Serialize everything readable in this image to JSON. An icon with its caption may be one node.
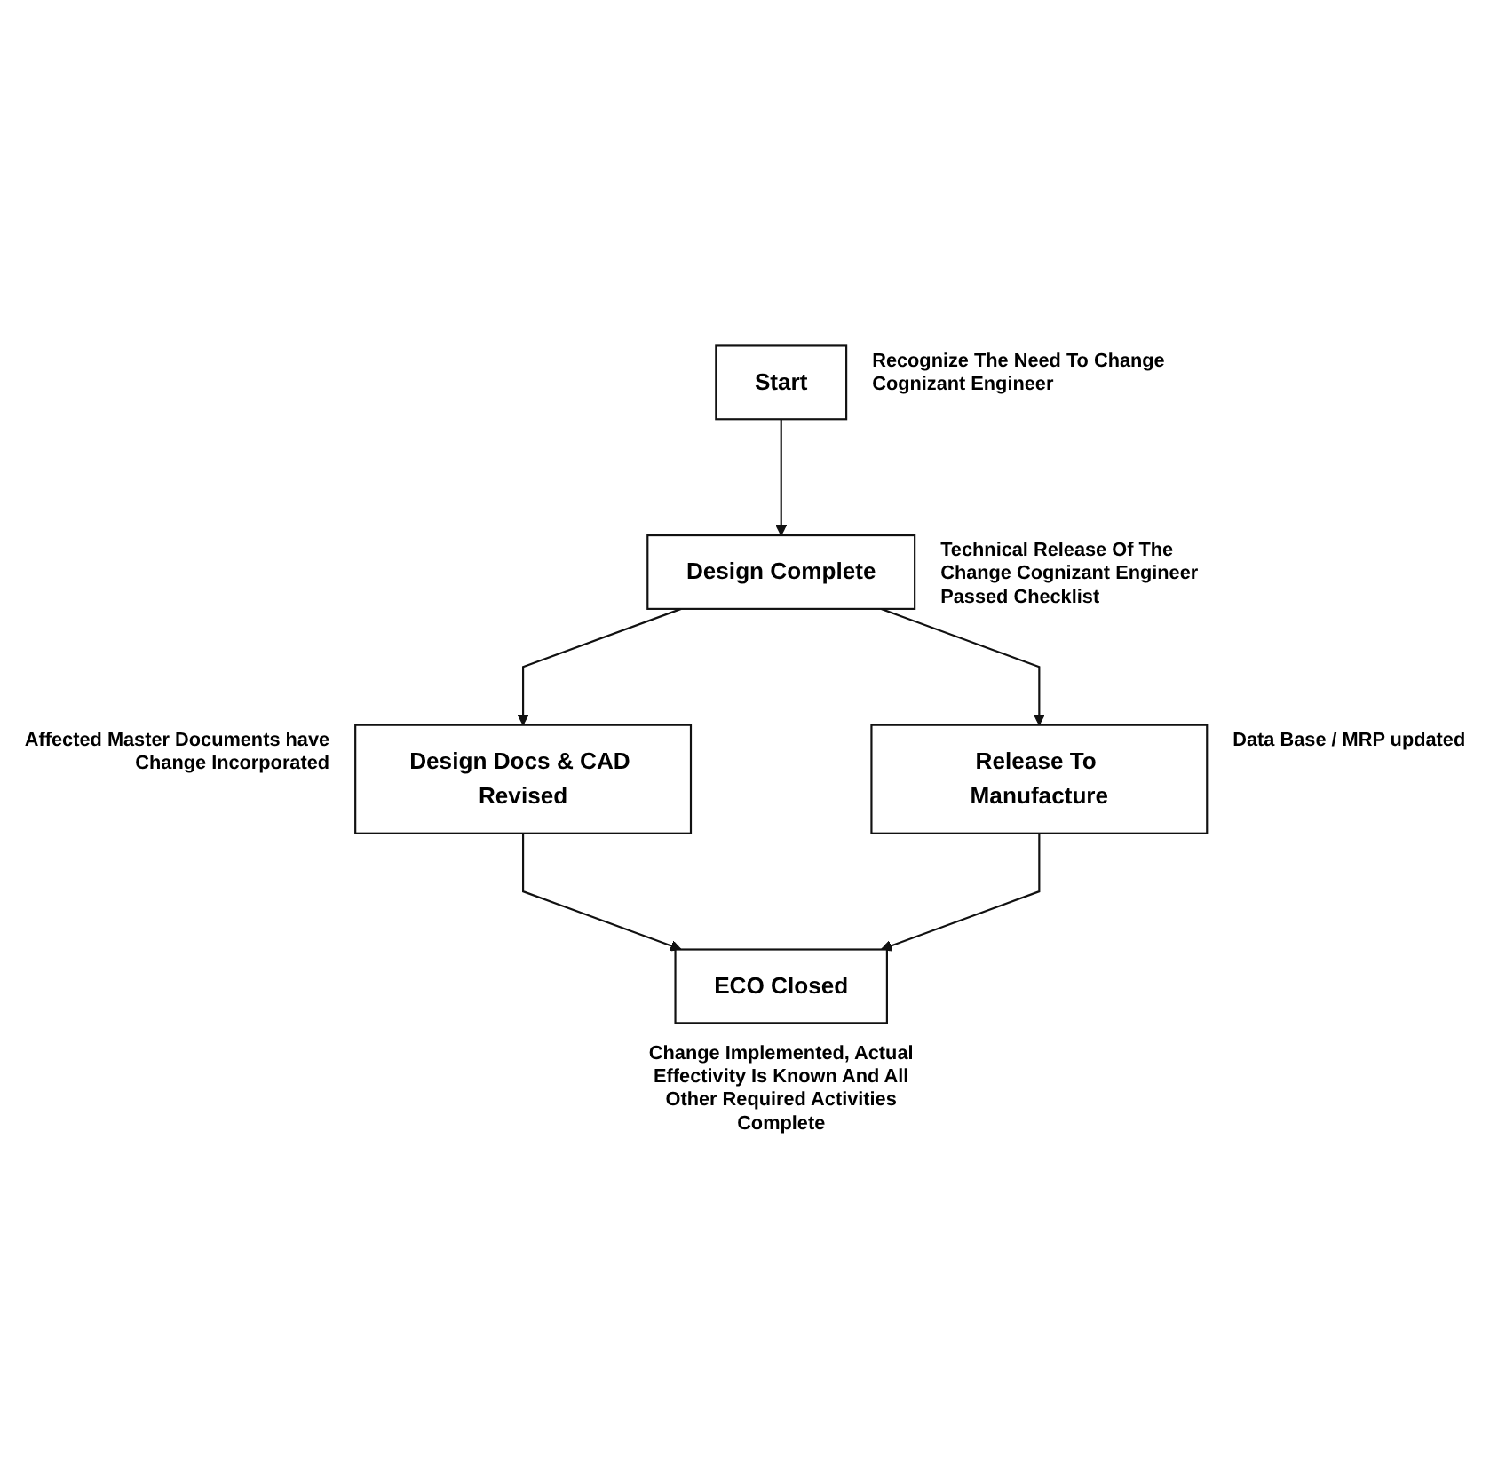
{
  "diagram": {
    "nodes": [
      {
        "text": [
          "Start"
        ],
        "beside": [
          "Recognize The Need To Change Cognizant Engineer"
        ]
      },
      {
        "text": [
          "Design Complete"
        ],
        "beside": [
          "Technical Release Of The Change Cognizant Engineer Passed Checklist"
        ]
      },
      {
        "text": [
          "Design Docs & CAD Revised"
        ],
        "beside": [
          "Affected Master Documents have Change Incorporated"
        ]
      },
      {
        "text": [
          "Release To Manufacture"
        ],
        "beside": [
          "Data Base / MRP updated"
        ]
      },
      {
        "text": [
          "ECO Closed"
        ],
        "beside": [
          "Change Implemented, Actual Effectivity Is Known And All Other Required Activities Complete"
        ]
      }
    ],
    "edges": [
      {
        "from": 0,
        "to": 1,
        "arrow": "to"
      },
      {
        "from": 1,
        "to": 2,
        "arrow": "to"
      },
      {
        "from": 1,
        "to": 3,
        "arrow": "to"
      },
      {
        "from": 2,
        "to": 4,
        "arrow": "to"
      },
      {
        "from": 3,
        "to": 4,
        "arrow": "to"
      }
    ]
  }
}
